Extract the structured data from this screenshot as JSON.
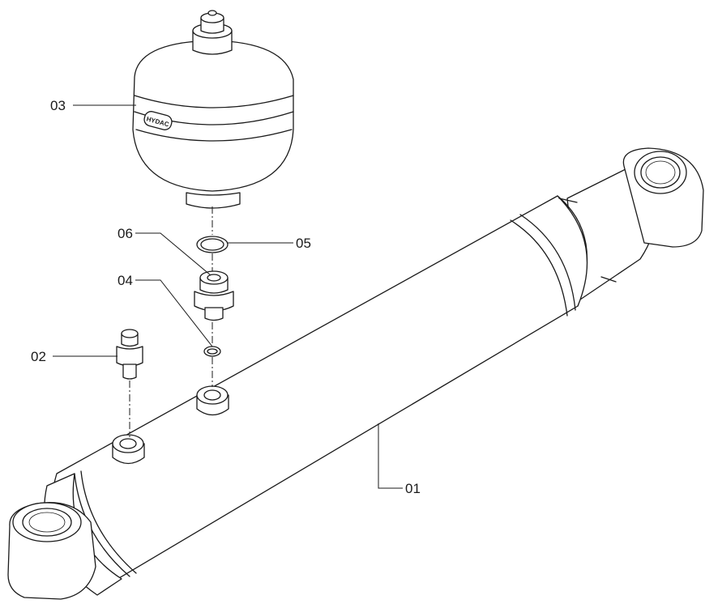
{
  "callouts": {
    "c01": "01",
    "c02": "02",
    "c03": "03",
    "c04": "04",
    "c05": "05",
    "c06": "06"
  },
  "accumulator_brand": "HYDAC"
}
